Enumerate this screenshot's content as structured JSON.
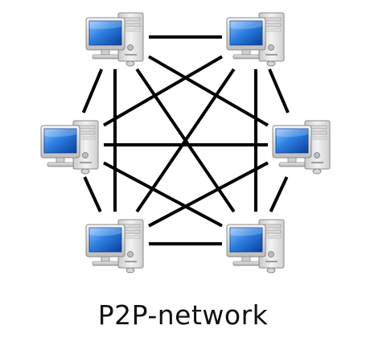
{
  "caption": "P2P-network",
  "nodes": [
    {
      "id": "top-left"
    },
    {
      "id": "top-right"
    },
    {
      "id": "middle-left"
    },
    {
      "id": "middle-right"
    },
    {
      "id": "bottom-left"
    },
    {
      "id": "bottom-right"
    }
  ],
  "links": [
    [
      "top-left",
      "top-right"
    ],
    [
      "top-left",
      "middle-left"
    ],
    [
      "top-left",
      "middle-right"
    ],
    [
      "top-left",
      "bottom-left"
    ],
    [
      "top-left",
      "bottom-right"
    ],
    [
      "top-right",
      "middle-left"
    ],
    [
      "top-right",
      "middle-right"
    ],
    [
      "top-right",
      "bottom-left"
    ],
    [
      "top-right",
      "bottom-right"
    ],
    [
      "middle-left",
      "middle-right"
    ],
    [
      "middle-left",
      "bottom-left"
    ],
    [
      "middle-left",
      "bottom-right"
    ],
    [
      "middle-right",
      "bottom-left"
    ],
    [
      "middle-right",
      "bottom-right"
    ],
    [
      "bottom-left",
      "bottom-right"
    ]
  ],
  "colors": {
    "link": "#000000",
    "screen": "#1f6fd0",
    "case": "#e8e8e8"
  }
}
